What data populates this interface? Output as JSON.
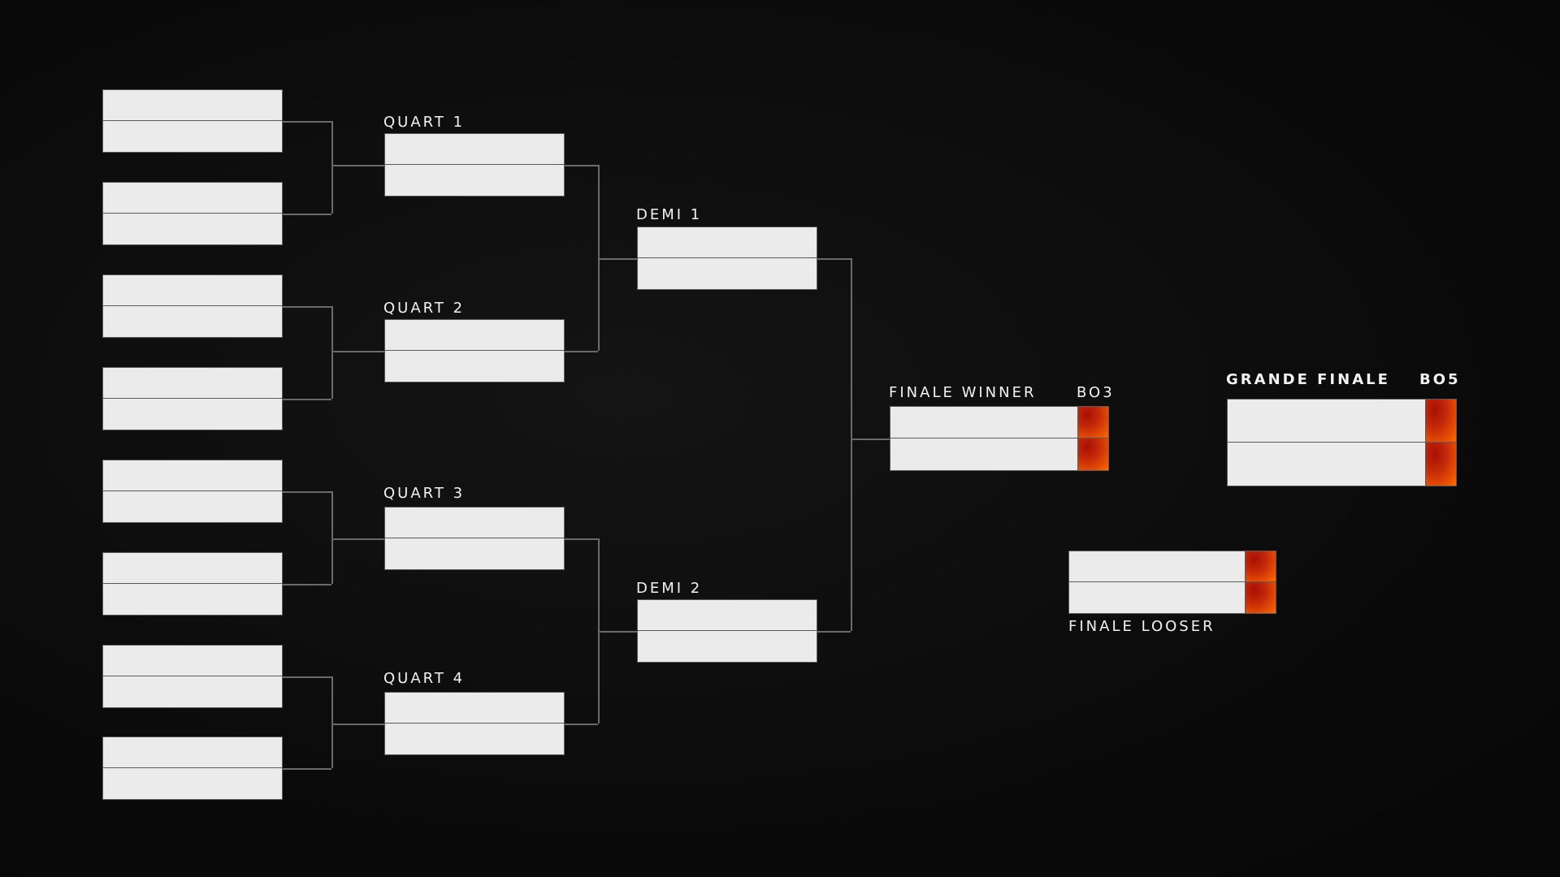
{
  "rounds": {
    "quarters": [
      "QUART 1",
      "QUART 2",
      "QUART 3",
      "QUART 4"
    ],
    "semis": [
      "DEMI 1",
      "DEMI 2"
    ],
    "finale_winner": {
      "label": "FINALE WINNER",
      "format": "BO3"
    },
    "grande_finale": {
      "label": "GRANDE FINALE",
      "format": "BO5"
    },
    "finale_looser": {
      "label": "FINALE LOOSER"
    }
  },
  "colors": {
    "slot": "#ebebeb",
    "score_start": "#a80f05",
    "score_end": "#ff6a00",
    "background": "#0b0b0b"
  }
}
